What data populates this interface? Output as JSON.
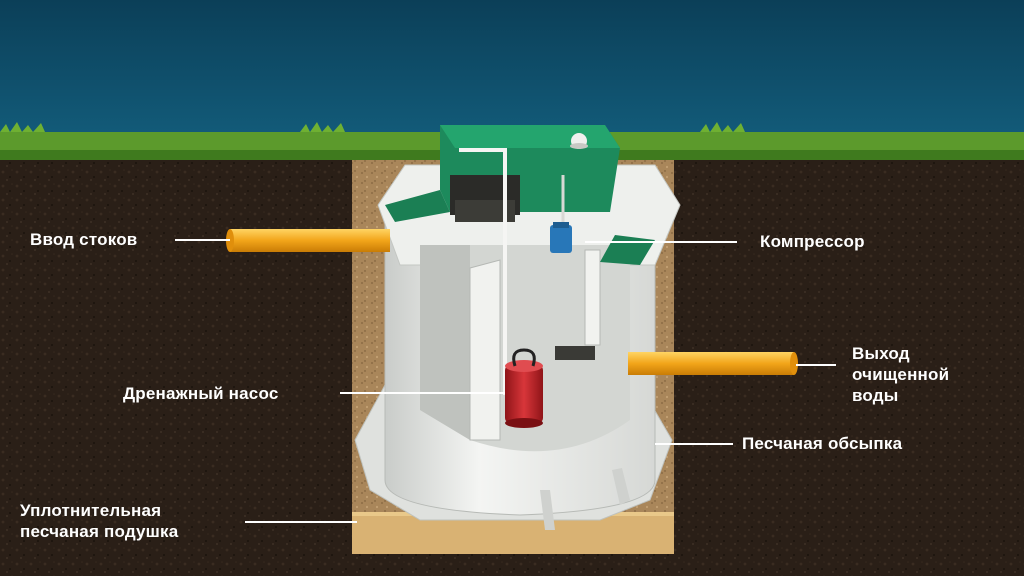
{
  "labels": {
    "inlet": "Ввод стоков",
    "compressor": "Компрессор",
    "outlet": "Выход\nочищенной\nводы",
    "drain_pump": "Дренажный насос",
    "sand_fill": "Песчаная обсыпка",
    "sand_cushion": "Уплотнительная\nпесчаная подушка"
  },
  "colors": {
    "sky": "#0e4a66",
    "grass": "#5c9a2c",
    "soil": "#2a1f17",
    "sand": "#c9a46a",
    "tank": "#e9ebe8",
    "lid": "#1d8a5c",
    "pipe": "#f2a51a",
    "pump": "#c4262b"
  }
}
